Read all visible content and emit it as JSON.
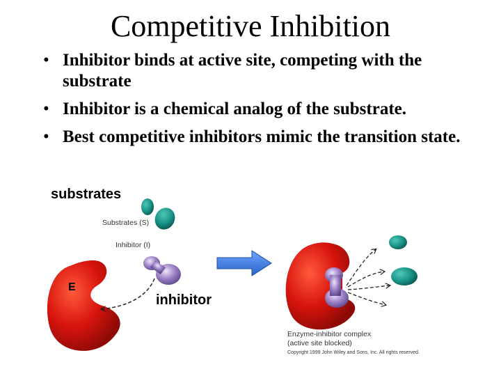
{
  "title": "Competitive Inhibition",
  "bullets": [
    "Inhibitor binds at active site, competing with the substrate",
    "Inhibitor is a chemical analog of the substrate.",
    "Best competitive inhibitors mimic the transition state."
  ],
  "diagram": {
    "label_substrates": "substrates",
    "label_substrates_s": "Substrates (S)",
    "label_inhibitor_i": "Inhibitor (I)",
    "label_inhibitor": "inhibitor",
    "label_enzyme": "E",
    "label_complex_line1": "Enzyme-inhibitor complex",
    "label_complex_line2": "(active site blocked)",
    "copyright": "Copyright 1999 John Wiley and Sons, Inc. All rights reserved."
  },
  "colors": {
    "enzyme_red": "#d8140e",
    "substrate_teal": "#1a9488",
    "inhibitor_purple": "#9a7ec4",
    "arrow_blue": "#3f7de0"
  }
}
